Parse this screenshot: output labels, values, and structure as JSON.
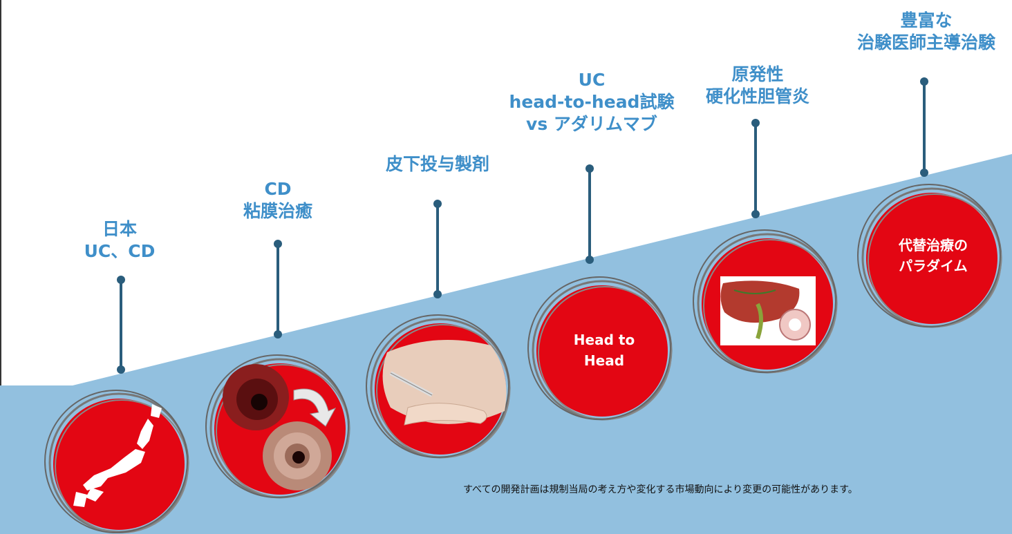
{
  "colors": {
    "ramp": "#92c0df",
    "red": "#e30613",
    "ring": "#777777",
    "label": "#3f8fc9",
    "pin": "#2a5d7c"
  },
  "milestones": [
    {
      "label_lines": [
        "日本",
        "UC、CD"
      ],
      "icon": "japan-map-icon"
    },
    {
      "label_lines": [
        "CD",
        "粘膜治癒"
      ],
      "icon": "endoscopy-icon"
    },
    {
      "label_lines": [
        "皮下投与製剤"
      ],
      "icon": "injection-icon"
    },
    {
      "label_lines": [
        "UC",
        "head-to-head試験",
        "vs アダリムマブ"
      ],
      "circle_text": [
        "Head to",
        "Head"
      ]
    },
    {
      "label_lines": [
        "原発性",
        "硬化性胆管炎"
      ],
      "icon": "liver-icon"
    },
    {
      "label_lines": [
        "豊富な",
        "治験医師主導治験"
      ],
      "circle_text": [
        "代替治療の",
        "パラダイム"
      ]
    }
  ],
  "footnote": "すべての開発計画は規制当局の考え方や変化する市場動向により変更の可能性があります。"
}
